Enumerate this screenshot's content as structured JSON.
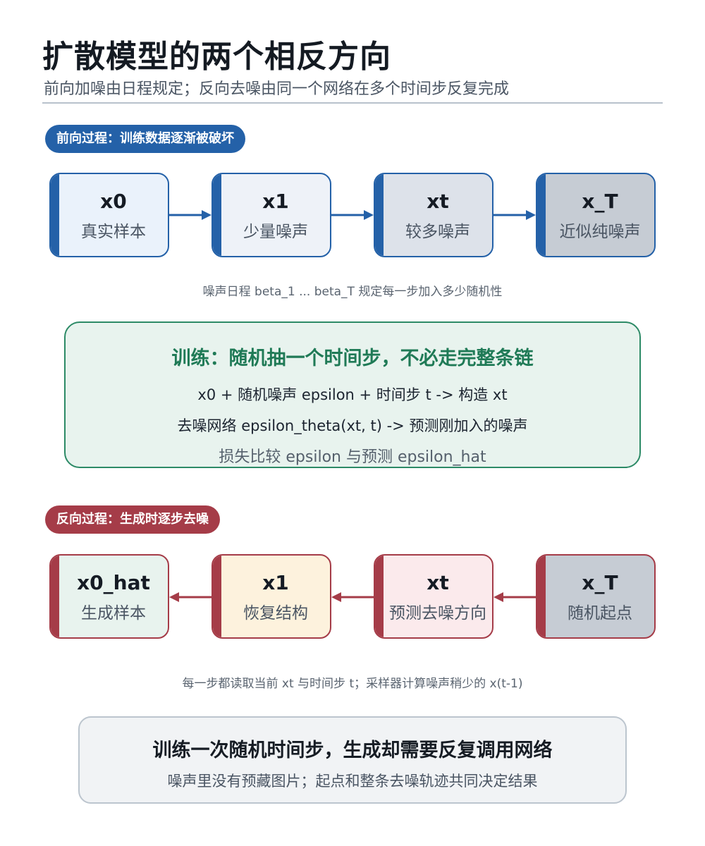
{
  "header": {
    "title": "扩散模型的两个相反方向",
    "subtitle": "前向加噪由日程规定；反向去噪由同一个网络在多个时间步反复完成"
  },
  "forward": {
    "pill": "前向过程：训练数据逐渐被破坏",
    "nodes": [
      {
        "label": "x0",
        "desc": "真实样本",
        "fill": "#eaf2fb"
      },
      {
        "label": "x1",
        "desc": "少量噪声",
        "fill": "#eef2f8"
      },
      {
        "label": "xt",
        "desc": "较多噪声",
        "fill": "#dde2ea"
      },
      {
        "label": "x_T",
        "desc": "近似纯噪声",
        "fill": "#c6ccd4"
      }
    ],
    "note": "噪声日程 beta_1 ... beta_T 规定每一步加入多少随机性",
    "arrow_color": "#2461a8"
  },
  "training": {
    "heading": "训练：随机抽一个时间步，不必走完整条链",
    "line1": "x0 + 随机噪声 epsilon + 时间步 t  ->  构造 xt",
    "line2": "去噪网络 epsilon_theta(xt, t)  ->  预测刚加入的噪声",
    "line3": "损失比较 epsilon 与预测 epsilon_hat"
  },
  "reverse": {
    "pill": "反向过程：生成时逐步去噪",
    "nodes": [
      {
        "label": "x0_hat",
        "desc": "生成样本",
        "fill": "#e8f3ee"
      },
      {
        "label": "x1",
        "desc": "恢复结构",
        "fill": "#fdf2dd"
      },
      {
        "label": "xt",
        "desc": "预测去噪方向",
        "fill": "#fbeaec"
      },
      {
        "label": "x_T",
        "desc": "随机起点",
        "fill": "#c6ccd4"
      }
    ],
    "note": "每一步都读取当前 xt 与时间步 t；采样器计算噪声稍少的 x(t-1)",
    "arrow_color": "#a53c48"
  },
  "summary": {
    "heading": "训练一次随机时间步，生成却需要反复调用网络",
    "subtext": "噪声里没有预藏图片；起点和整条去噪轨迹共同决定结果"
  }
}
